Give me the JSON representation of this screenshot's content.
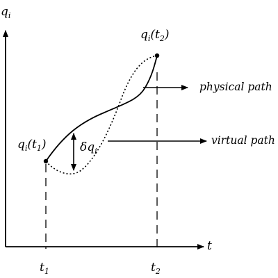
{
  "axes": {
    "y_label_main": "q",
    "y_label_sub": "i",
    "x_label": "t",
    "tick_1_main": "t",
    "tick_1_sub": "1",
    "tick_2_main": "t",
    "tick_2_sub": "2"
  },
  "points": {
    "start_main": "q",
    "start_sub": "i",
    "start_arg": "(t",
    "start_arg_sub": "1",
    "start_close": ")",
    "end_main": "q",
    "end_sub": "i",
    "end_arg": "(t",
    "end_arg_sub": "2",
    "end_close": ")"
  },
  "variation": {
    "delta": "δq",
    "sub": "i"
  },
  "labels": {
    "physical_path": "physical path",
    "virtual_path": "virtual path"
  },
  "colors": {
    "ink": "#000000",
    "background": "#ffffff"
  }
}
